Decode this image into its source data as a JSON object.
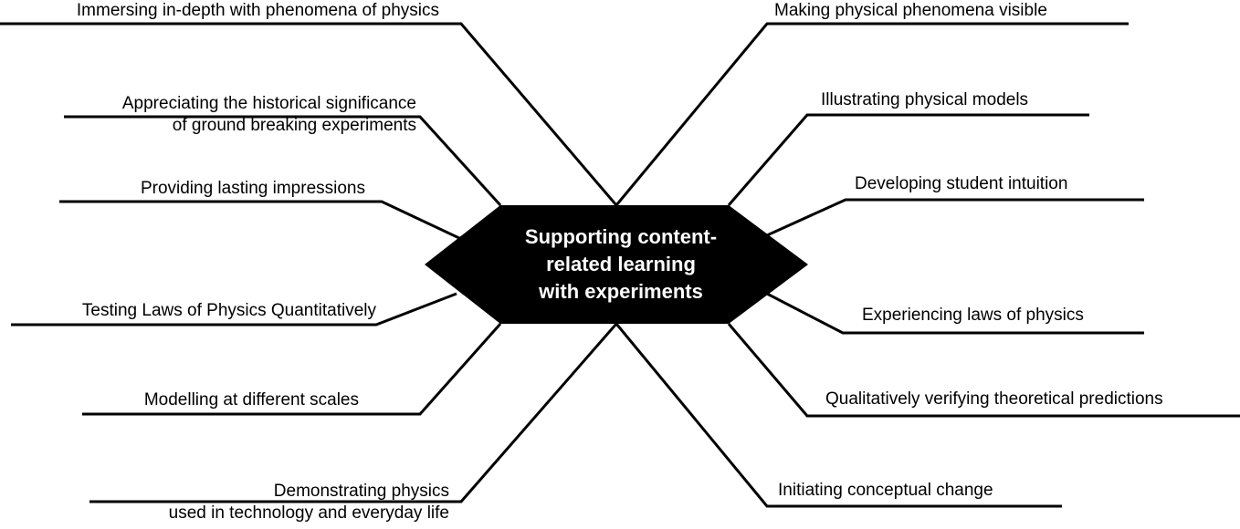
{
  "center": {
    "lines": [
      "Supporting content-",
      "related learning",
      "with experiments"
    ]
  },
  "left_branches": [
    {
      "lines": [
        "Immersing in-depth with phenomena of physics"
      ]
    },
    {
      "lines": [
        "Appreciating the historical significance",
        "of ground breaking experiments"
      ]
    },
    {
      "lines": [
        "Providing lasting impressions"
      ]
    },
    {
      "lines": [
        "Testing Laws of Physics Quantitatively"
      ]
    },
    {
      "lines": [
        "Modelling at different scales"
      ]
    },
    {
      "lines": [
        "Demonstrating physics",
        "used in technology and everyday life"
      ]
    }
  ],
  "right_branches": [
    {
      "lines": [
        "Making physical phenomena visible"
      ]
    },
    {
      "lines": [
        "Illustrating physical models"
      ]
    },
    {
      "lines": [
        "Developing student intuition"
      ]
    },
    {
      "lines": [
        "Experiencing laws of physics"
      ]
    },
    {
      "lines": [
        "Qualitatively verifying theoretical predictions"
      ]
    },
    {
      "lines": [
        "Initiating conceptual change"
      ]
    }
  ],
  "colors": {
    "center_fill": "#000000",
    "center_text": "#ffffff",
    "lines": "#000000"
  }
}
